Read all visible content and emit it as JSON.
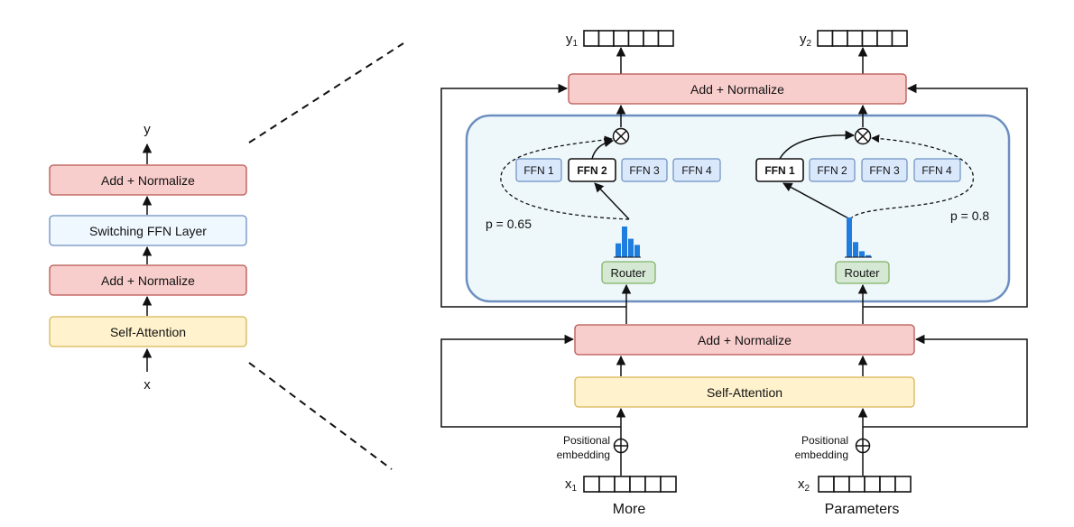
{
  "left_stack": {
    "output_label": "y",
    "input_label": "x",
    "blocks": [
      "Add + Normalize",
      "Switching FFN Layer",
      "Add + Normalize",
      "Self-Attention"
    ]
  },
  "detail": {
    "outputs": [
      {
        "label": "y",
        "sub": "1"
      },
      {
        "label": "y",
        "sub": "2"
      }
    ],
    "inputs": [
      {
        "label": "x",
        "sub": "1",
        "word": "More"
      },
      {
        "label": "x",
        "sub": "2",
        "word": "Parameters"
      }
    ],
    "top_add_norm": "Add + Normalize",
    "bottom_add_norm": "Add + Normalize",
    "self_attention": "Self-Attention",
    "positional_embedding": [
      "Positional",
      "embedding"
    ],
    "routers": [
      {
        "label": "Router",
        "probability": "p = 0.65",
        "selected": "FFN 2",
        "ffn": [
          "FFN 1",
          "FFN 2",
          "FFN 3",
          "FFN 4"
        ],
        "hist": [
          0.45,
          1.0,
          0.6,
          0.4
        ]
      },
      {
        "label": "Router",
        "probability": "p = 0.8",
        "selected": "FFN 1",
        "ffn": [
          "FFN 1",
          "FFN 2",
          "FFN 3",
          "FFN 4"
        ],
        "hist": [
          1.0,
          0.38,
          0.15,
          0.05
        ]
      }
    ]
  },
  "colors": {
    "add_norm_fill": "#f8cecc",
    "switch_fill": "#f0f8ff",
    "attention_fill": "#fff2cc",
    "router_fill": "#d5e8d4",
    "ffn_fill": "#dae8fc",
    "hist_bar": "#1f7de0"
  }
}
